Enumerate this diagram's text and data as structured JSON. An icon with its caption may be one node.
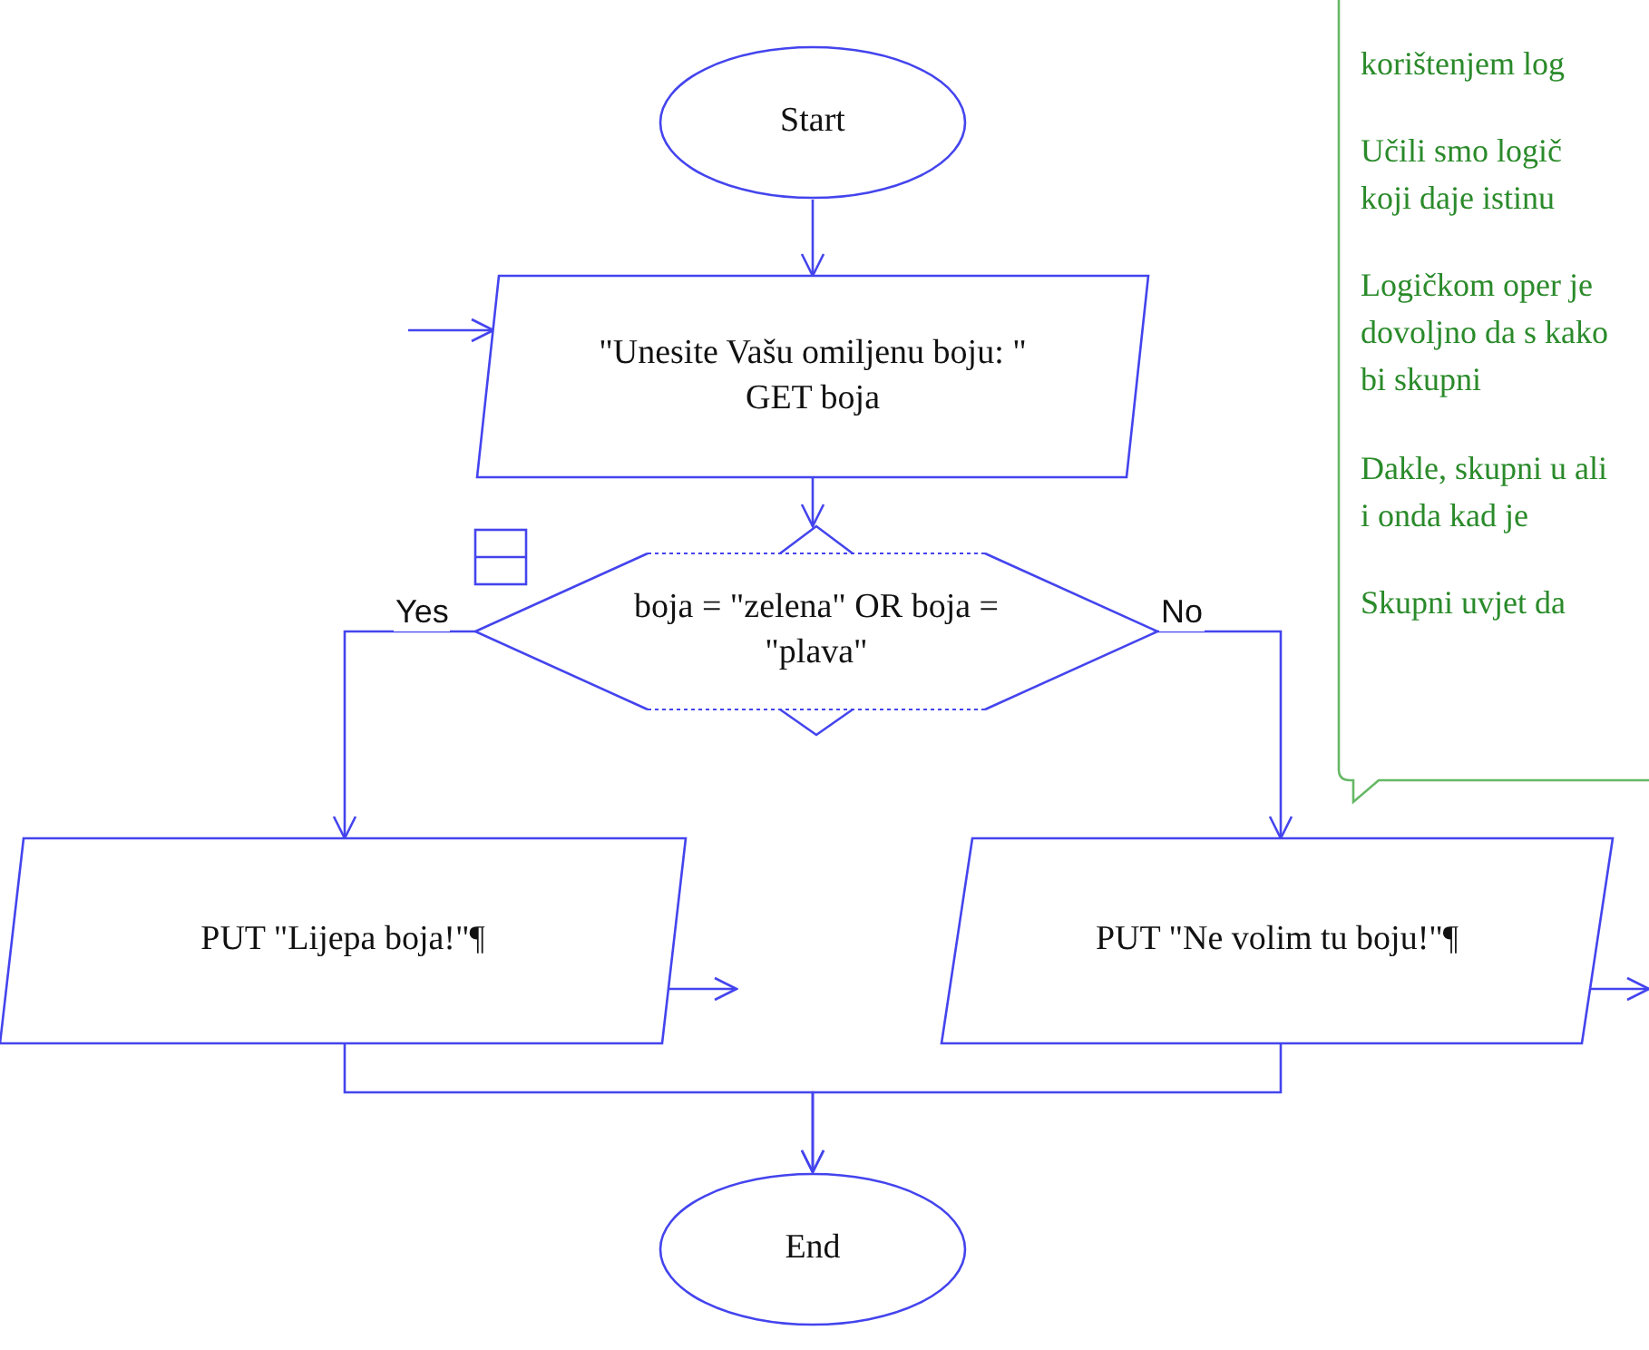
{
  "diagram": {
    "nodes": [
      {
        "text": [
          "Start"
        ]
      },
      {
        "text": [
          "\"Unesite Vašu omiljenu boju: \"",
          "GET boja"
        ]
      },
      {
        "text": [
          "boja = \"zelena\" OR boja = \"plava\""
        ]
      },
      {
        "text": [
          "PUT \"Lijepa boja!\"¶"
        ]
      },
      {
        "text": [
          "PUT \"Ne volim tu boju!\"¶"
        ]
      },
      {
        "text": [
          "End"
        ]
      },
      {
        "text": [
          "korištenjem log",
          "Učili smo logič koji daje istinu",
          "Logičkom oper je dovoljno da s kako bi skupni",
          "Dakle, skupni u ali i onda kad je",
          "Skupni uvjet da"
        ]
      }
    ],
    "edges": [
      {
        "from": 0,
        "to": 1,
        "arrow": "to"
      },
      {
        "from": null,
        "to": 1,
        "arrow": "to"
      },
      {
        "from": 1,
        "to": 2,
        "arrow": "to"
      },
      {
        "from": 2,
        "to": 3,
        "arrow": "to",
        "label": "Yes"
      },
      {
        "from": 2,
        "to": 4,
        "arrow": "to",
        "label": "No"
      },
      {
        "from": 3,
        "to": null,
        "arrow": "to"
      },
      {
        "from": 4,
        "to": null,
        "arrow": "to"
      },
      {
        "from": 3,
        "to": 5,
        "arrow": "to"
      },
      {
        "from": 4,
        "to": 5,
        "arrow": "to"
      }
    ]
  }
}
